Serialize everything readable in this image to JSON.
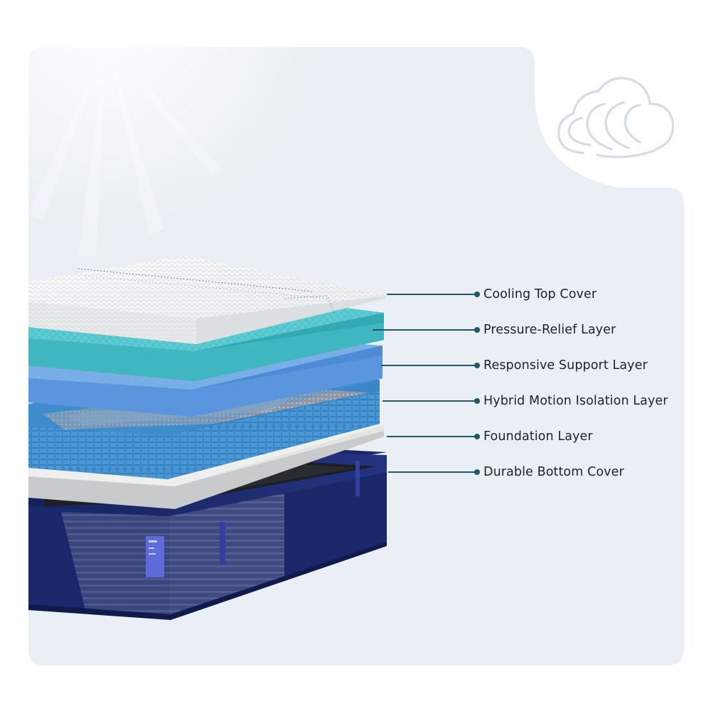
{
  "colors": {
    "panel": "#e9eff4",
    "leader": "#1f5963",
    "label_text": "#1f2226",
    "cover_white": "#f4f4f4",
    "pressure_relief": "#3fb6c0",
    "responsive_support": "#5a93da",
    "coil_blue": "#3a86c7",
    "foundation": "#e6e6e4",
    "bottom_navy": "#1c2a6e"
  },
  "icons": {
    "cloud": "cloud-swirl-icon",
    "sun": "sun-rays-icon"
  },
  "layers": [
    {
      "label": "Cooling Top Cover"
    },
    {
      "label": "Pressure-Relief Layer"
    },
    {
      "label": "Responsive Support Layer"
    },
    {
      "label": "Hybrid Motion Isolation Layer"
    },
    {
      "label": "Foundation Layer"
    },
    {
      "label": "Durable Bottom Cover"
    }
  ]
}
